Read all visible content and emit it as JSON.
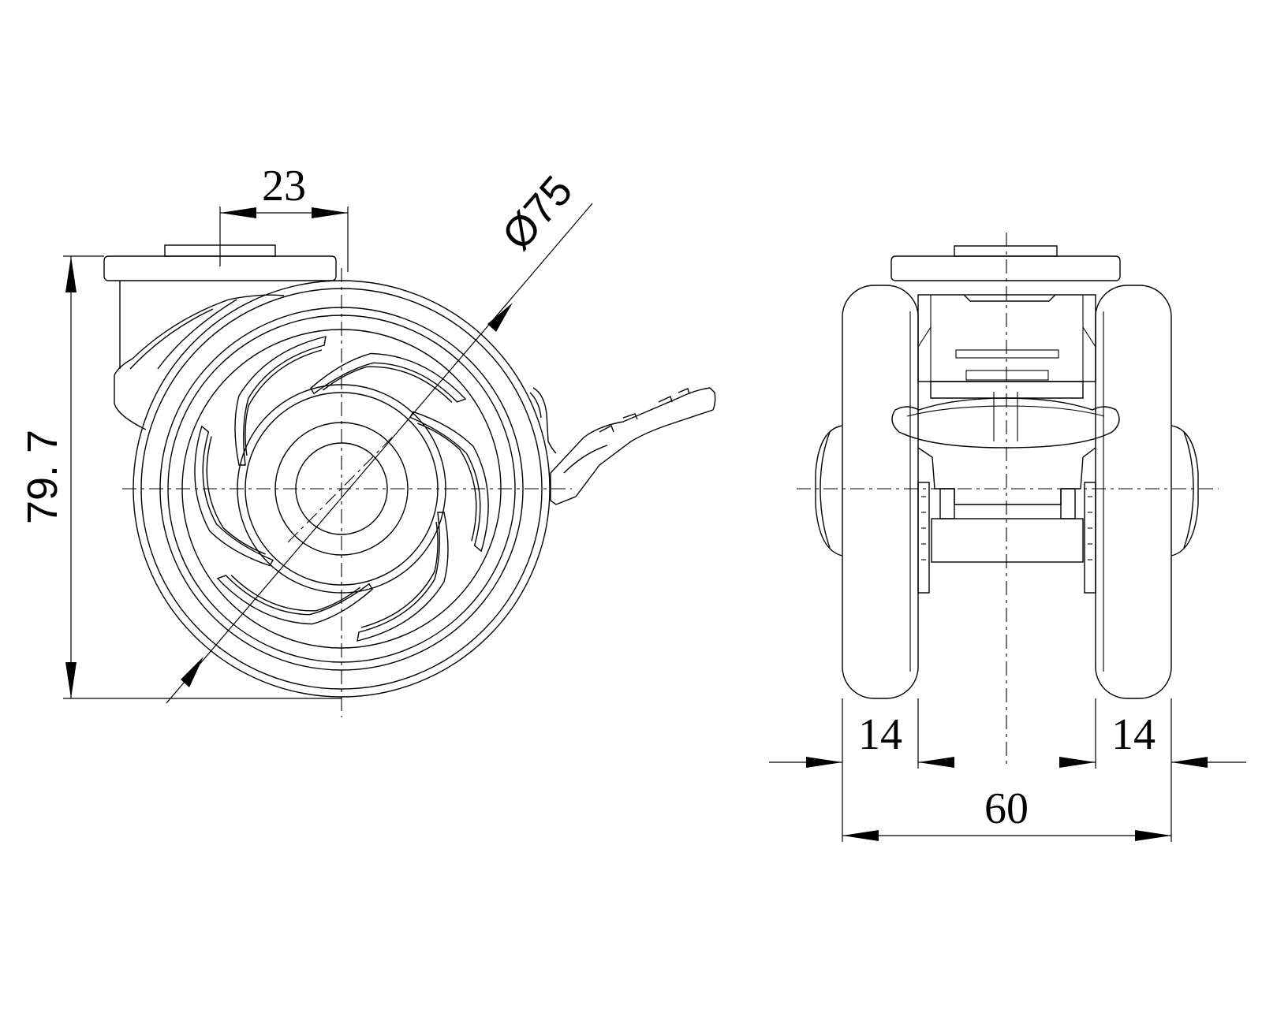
{
  "drawing": {
    "side_view": {
      "dim_offset": "23",
      "dim_diameter": "Ø75",
      "dim_height": "79. 7"
    },
    "front_view": {
      "dim_tread_left": "14",
      "dim_tread_right": "14",
      "dim_total_width": "60"
    }
  }
}
